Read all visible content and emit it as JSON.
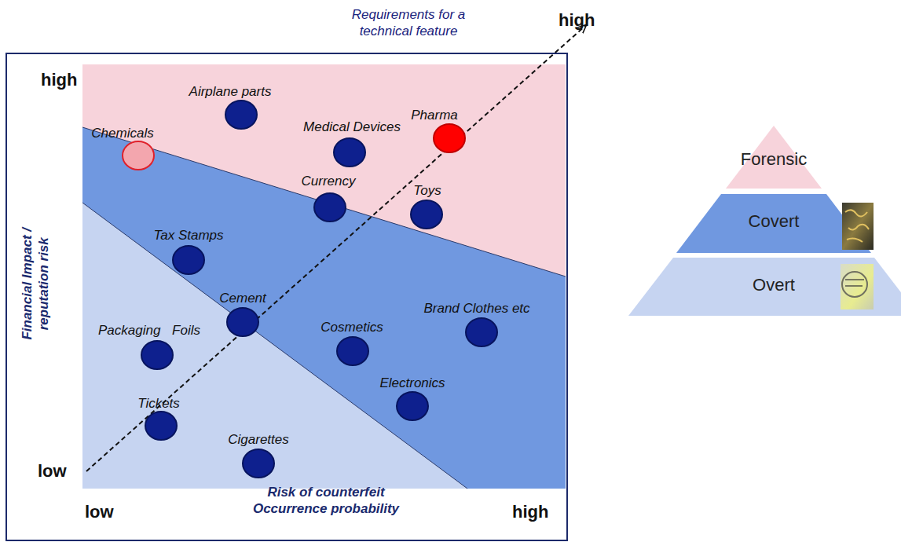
{
  "diagram": {
    "nodes": [
      {
        "text": [
          "Airplane parts"
        ]
      },
      {
        "text": [
          "Pharma"
        ]
      },
      {
        "text": [
          "Medical Devices"
        ]
      },
      {
        "text": [
          "Chemicals"
        ]
      },
      {
        "text": [
          "Currency"
        ]
      },
      {
        "text": [
          "Toys"
        ]
      },
      {
        "text": [
          "Tax Stamps"
        ]
      },
      {
        "text": [
          "Cement"
        ]
      },
      {
        "text": [
          "Brand Clothes etc"
        ]
      },
      {
        "text": [
          "Packaging Foils"
        ]
      },
      {
        "text": [
          "Cosmetics"
        ]
      },
      {
        "text": [
          "Electronics"
        ]
      },
      {
        "text": [
          "Tickets"
        ]
      },
      {
        "text": [
          "Cigarettes"
        ]
      },
      {
        "text": [
          "Forensic"
        ]
      },
      {
        "text": [
          "Covert"
        ]
      },
      {
        "text": [
          "Overt"
        ]
      }
    ],
    "labels": [
      "Requirements for a technical feature",
      "high",
      "high",
      "Financial Impact / reputation risk",
      "low",
      "low",
      "Risk of counterfeit Occurrence probability",
      "high"
    ]
  }
}
